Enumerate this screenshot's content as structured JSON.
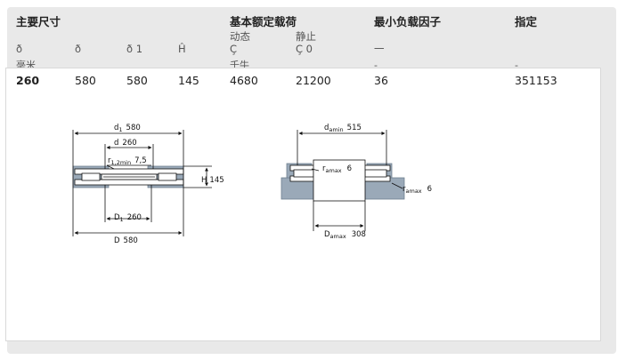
{
  "headers": {
    "main_dims": "主要尺寸",
    "basic_load": "基本额定载荷",
    "min_load": "最小负载因子",
    "designation": "指定"
  },
  "subheaders": {
    "d": "ð",
    "D": "ð",
    "d1": "ð 1",
    "H": "Ĥ",
    "dynamic": "动态",
    "dynamic_sym": "Ç",
    "static": "静止",
    "static_sym": "Ç 0",
    "min_load_sym": "一"
  },
  "units": {
    "mm": "毫米",
    "kn": "千牛",
    "min_load": "-",
    "designation": "-"
  },
  "row": {
    "d": "260",
    "D": "580",
    "d1": "580",
    "H": "145",
    "C": "4680",
    "C0": "21200",
    "A": "36",
    "designation": "351153"
  },
  "diagram_left": {
    "d1_label": "d",
    "d1_sub": "1",
    "d1_value": "580",
    "d_label": "d",
    "d_value": "260",
    "r12_label": "r",
    "r12_sub": "1,2min",
    "r12_value": "7,5",
    "H_label": "H",
    "H_value": "145",
    "D1_label": "D",
    "D1_sub": "1",
    "D1_value": "260",
    "D_label": "D",
    "D_value": "580"
  },
  "diagram_right": {
    "da_label": "d",
    "da_sub": "amin",
    "da_value": "515",
    "ra1_label": "r",
    "ra1_sub": "amax",
    "ra1_value": "6",
    "ra2_label": "r",
    "ra2_sub": "amax",
    "ra2_value": "6",
    "Da_label": "D",
    "Da_sub": "amax",
    "Da_value": "308"
  },
  "colors": {
    "housing": "#9aa9b8",
    "panel_bg": "#e9e9e9"
  }
}
